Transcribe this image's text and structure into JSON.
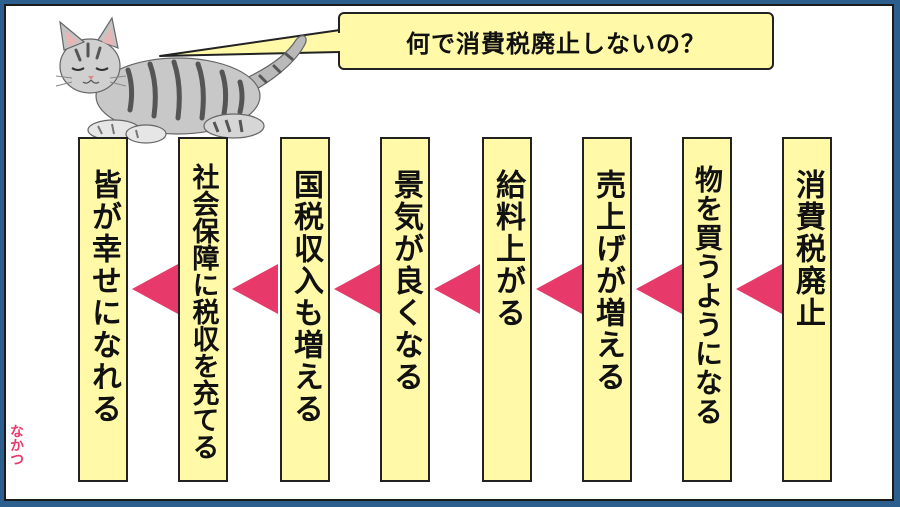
{
  "question": "何で消費税廃止しないの？",
  "steps": [
    "消費税廃止",
    "物を買うようになる",
    "売上げが増える",
    "給料上がる",
    "景気が良くなる",
    "国税収入も増える",
    "社会保障に税収を充てる",
    "皆が幸せになれる"
  ],
  "credit": "なかつ",
  "colors": {
    "background": "#2d5f8e",
    "box_fill": "#fff9a8",
    "arrow": "#e83a6a",
    "credit": "#e83a6a"
  },
  "icons": {
    "illustration": "sleeping-tabby-cat"
  }
}
